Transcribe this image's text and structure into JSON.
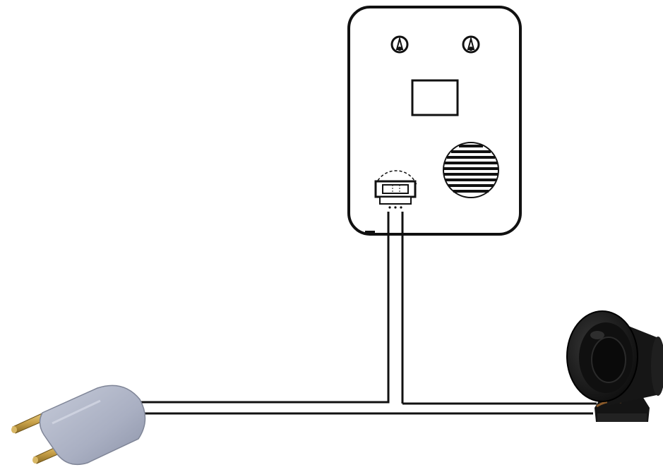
{
  "diagram": {
    "components": [
      {
        "id": "alarm_unit",
        "icon": "alarm-control-box-icon"
      },
      {
        "id": "power_plug",
        "icon": "two-pin-plug-icon"
      },
      {
        "id": "siren",
        "icon": "horn-siren-icon"
      }
    ],
    "unit_features": [
      {
        "icon": "screw-icon"
      },
      {
        "icon": "screw-icon"
      },
      {
        "icon": "display-window-icon"
      },
      {
        "icon": "speaker-grille-icon"
      },
      {
        "icon": "wire-connector-icon"
      }
    ],
    "connections": [
      {
        "from": "alarm_unit",
        "to": "power_plug"
      },
      {
        "from": "alarm_unit",
        "to": "siren"
      }
    ],
    "colors": {
      "line": "#111111",
      "background": "#ffffff",
      "plug_body": "#a9afc2",
      "plug_pins": "#c9a24a",
      "siren_body": "#1a1a1a"
    }
  }
}
